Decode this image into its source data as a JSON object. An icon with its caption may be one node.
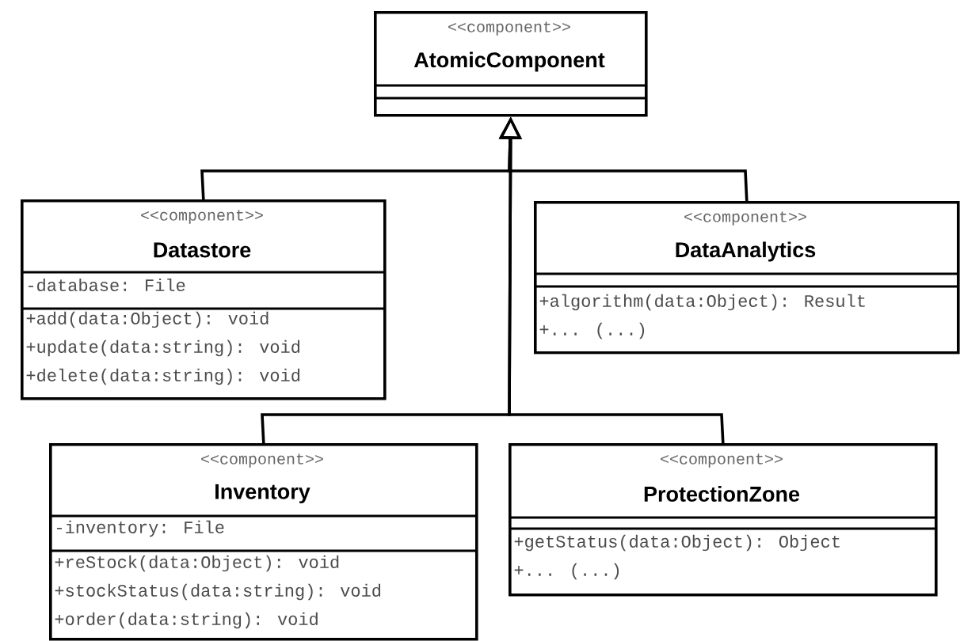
{
  "diagram": {
    "nodes": [
      {
        "text": [
          "<<component>>",
          "AtomicComponent"
        ]
      },
      {
        "text": [
          "<<component>>",
          "Datastore",
          "-database: File",
          "+add(data:Object): void",
          "+update(data:string): void",
          "+delete(data:string): void"
        ]
      },
      {
        "text": [
          "<<component>>",
          "DataAnalytics",
          "+algorithm(data:Object): Result",
          "+... (...)"
        ]
      },
      {
        "text": [
          "<<component>>",
          "Inventory",
          "-inventory: File",
          "+reStock(data:Object): void",
          "+stockStatus(data:string): void",
          "+order(data:string): void"
        ]
      },
      {
        "text": [
          "<<component>>",
          "ProtectionZone",
          "+getStatus(data:Object): Object",
          "+... (...)"
        ]
      }
    ],
    "edges": [
      {
        "from": 1,
        "to": 0,
        "arrow": "to"
      },
      {
        "from": 2,
        "to": 0,
        "arrow": "to"
      },
      {
        "from": 3,
        "to": 0,
        "arrow": "to"
      },
      {
        "from": 4,
        "to": 0,
        "arrow": "to"
      }
    ]
  }
}
